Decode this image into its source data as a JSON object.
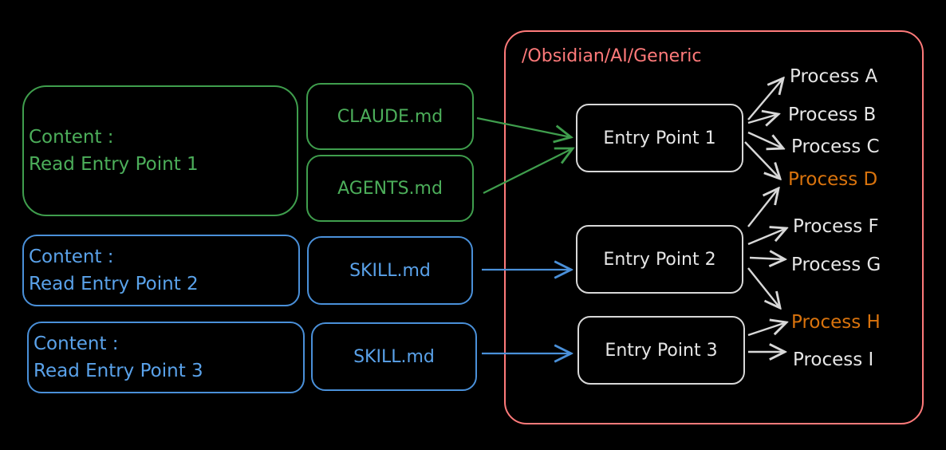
{
  "colors": {
    "background": "#000000",
    "green": "#4cae5a",
    "blue": "#5aa2ea",
    "white": "#e6e6e6",
    "folder": "#ff7a7a",
    "highlight": "#d9730d"
  },
  "folder": {
    "label": "/Obsidian/AI/Generic"
  },
  "sources": [
    {
      "content_line1": "Content :",
      "content_line2": "Read Entry Point 1",
      "files": [
        "CLAUDE.md",
        "AGENTS.md"
      ],
      "color": "green"
    },
    {
      "content_line1": "Content :",
      "content_line2": "Read Entry Point 2",
      "files": [
        "SKILL.md"
      ],
      "color": "blue"
    },
    {
      "content_line1": "Content :",
      "content_line2": "Read Entry Point 3",
      "files": [
        "SKILL.md"
      ],
      "color": "blue"
    }
  ],
  "entry_points": [
    "Entry Point 1",
    "Entry Point 2",
    "Entry Point 3"
  ],
  "processes": [
    {
      "label": "Process A",
      "highlighted": false
    },
    {
      "label": "Process B",
      "highlighted": false
    },
    {
      "label": "Process C",
      "highlighted": false
    },
    {
      "label": "Process D",
      "highlighted": true
    },
    {
      "label": "Process F",
      "highlighted": false
    },
    {
      "label": "Process G",
      "highlighted": false
    },
    {
      "label": "Process H",
      "highlighted": true
    },
    {
      "label": "Process I",
      "highlighted": false
    }
  ],
  "edges": [
    {
      "from": "CLAUDE.md",
      "to": "Entry Point 1"
    },
    {
      "from": "AGENTS.md",
      "to": "Entry Point 1"
    },
    {
      "from": "SKILL.md (2)",
      "to": "Entry Point 2"
    },
    {
      "from": "SKILL.md (3)",
      "to": "Entry Point 3"
    },
    {
      "from": "Entry Point 1",
      "to": "Process A"
    },
    {
      "from": "Entry Point 1",
      "to": "Process B"
    },
    {
      "from": "Entry Point 1",
      "to": "Process C"
    },
    {
      "from": "Entry Point 1",
      "to": "Process D"
    },
    {
      "from": "Entry Point 2",
      "to": "Process D"
    },
    {
      "from": "Entry Point 2",
      "to": "Process F"
    },
    {
      "from": "Entry Point 2",
      "to": "Process G"
    },
    {
      "from": "Entry Point 2",
      "to": "Process H"
    },
    {
      "from": "Entry Point 3",
      "to": "Process H"
    },
    {
      "from": "Entry Point 3",
      "to": "Process I"
    }
  ]
}
